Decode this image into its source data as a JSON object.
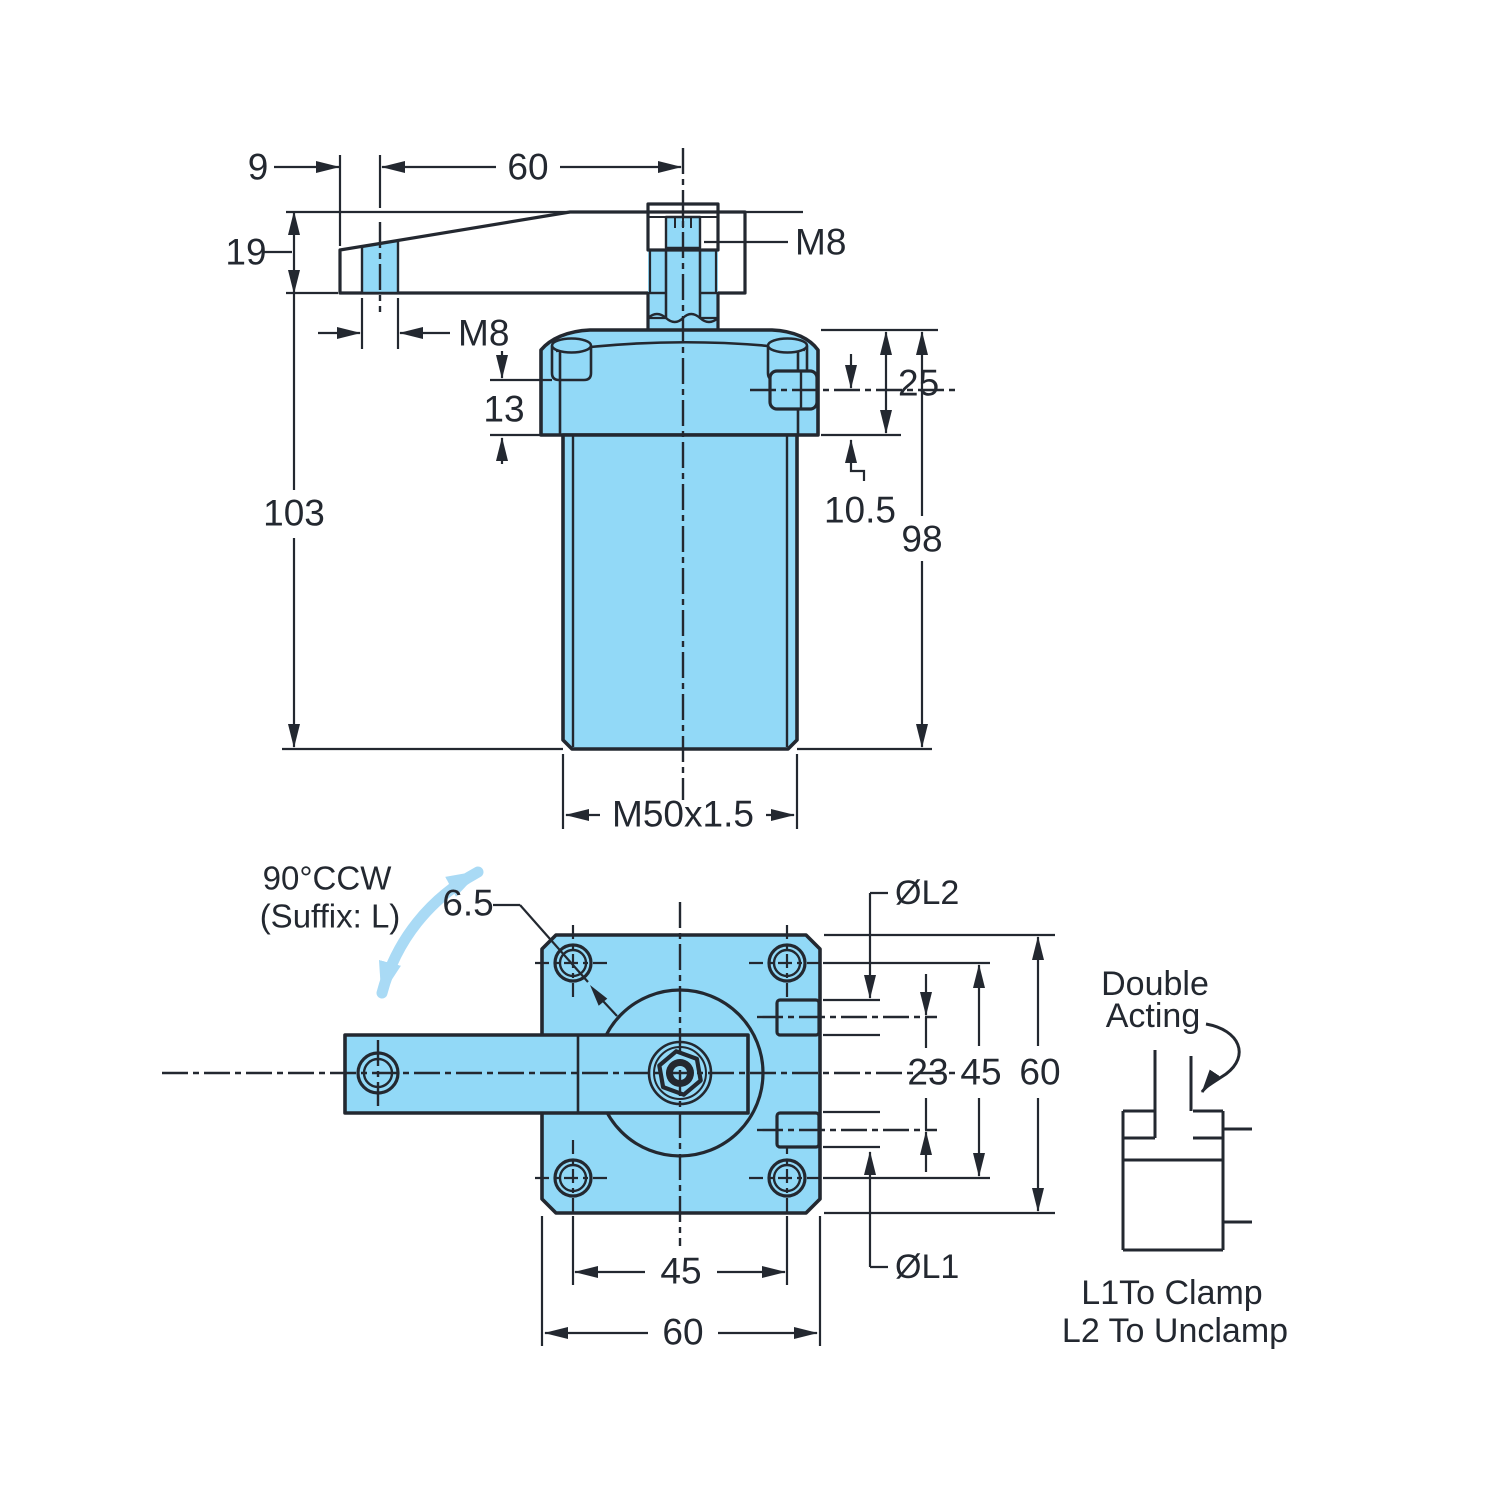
{
  "drawing": {
    "type": "technical-drawing",
    "subject": "pneumatic swing clamp with dimensions",
    "colors": {
      "part_fill": "#92d9f7",
      "line": "#232830",
      "rotation_arrow": "#a9daf5",
      "background": "#ffffff"
    },
    "side_view": {
      "dim_9": "9",
      "dim_60": "60",
      "dim_19": "19",
      "label_m8_bolt": "M8",
      "label_m8_arm": "M8",
      "dim_13": "13",
      "dim_103": "103",
      "dim_25": "25",
      "dim_10_5": "10.5",
      "dim_98": "98",
      "label_thread": "M50x1.5"
    },
    "plan_view": {
      "rotation_label_line1": "90°CCW",
      "rotation_label_line2": "(Suffix: L)",
      "dim_6_5": "6.5",
      "label_dia_l2": "ØL2",
      "dim_23": "23",
      "dim_45_right": "45",
      "dim_60_right": "60",
      "label_dia_l1": "ØL1",
      "dim_45_bottom": "45",
      "dim_60_bottom": "60"
    },
    "schematic": {
      "label_line1": "Double",
      "label_line2": "Acting",
      "note_clamp": "L1To Clamp",
      "note_unclamp": "L2 To Unclamp"
    }
  }
}
